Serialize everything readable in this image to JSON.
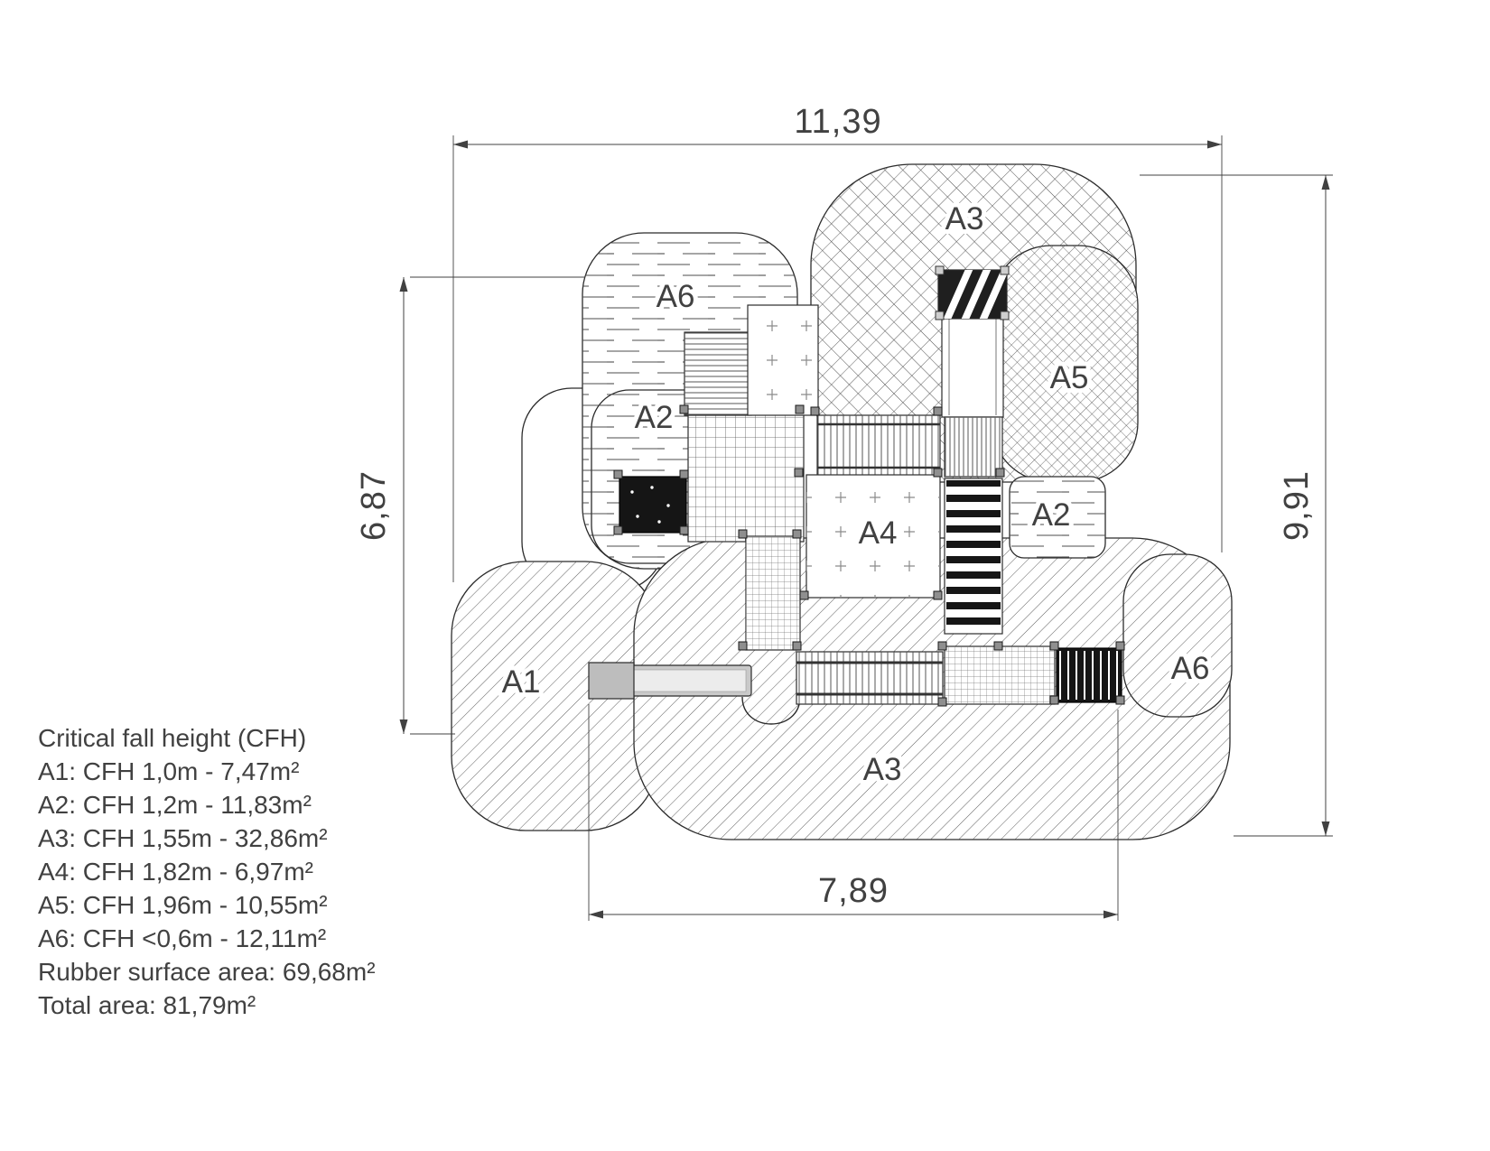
{
  "diagram": {
    "zone_labels": {
      "a3_top": "A3",
      "a6_top": "A6",
      "a5": "A5",
      "a2_left": "A2",
      "a2_right": "A2",
      "a4": "A4",
      "a1": "A1",
      "a6_right": "A6",
      "a3_bottom": "A3"
    },
    "dimensions": {
      "width_total": "11,39",
      "height_total": "9,91",
      "height_left": "6,87",
      "width_bottom": "7,89"
    }
  },
  "legend": {
    "title": "Critical fall height (CFH)",
    "lines": [
      "A1: CFH 1,0m - 7,47m²",
      "A2: CFH 1,2m - 11,83m²",
      "A3: CFH 1,55m - 32,86m²",
      "A4: CFH 1,82m - 6,97m²",
      "A5: CFH 1,96m - 10,55m²",
      "A6: CFH <0,6m - 12,11m²",
      "Rubber surface area: 69,68m²",
      "Total area: 81,79m²"
    ]
  },
  "colors": {
    "line": "#414141",
    "hatch": "#4d4d4d",
    "dark_fill": "#151515",
    "slide_fill": "#d9d9d9"
  }
}
